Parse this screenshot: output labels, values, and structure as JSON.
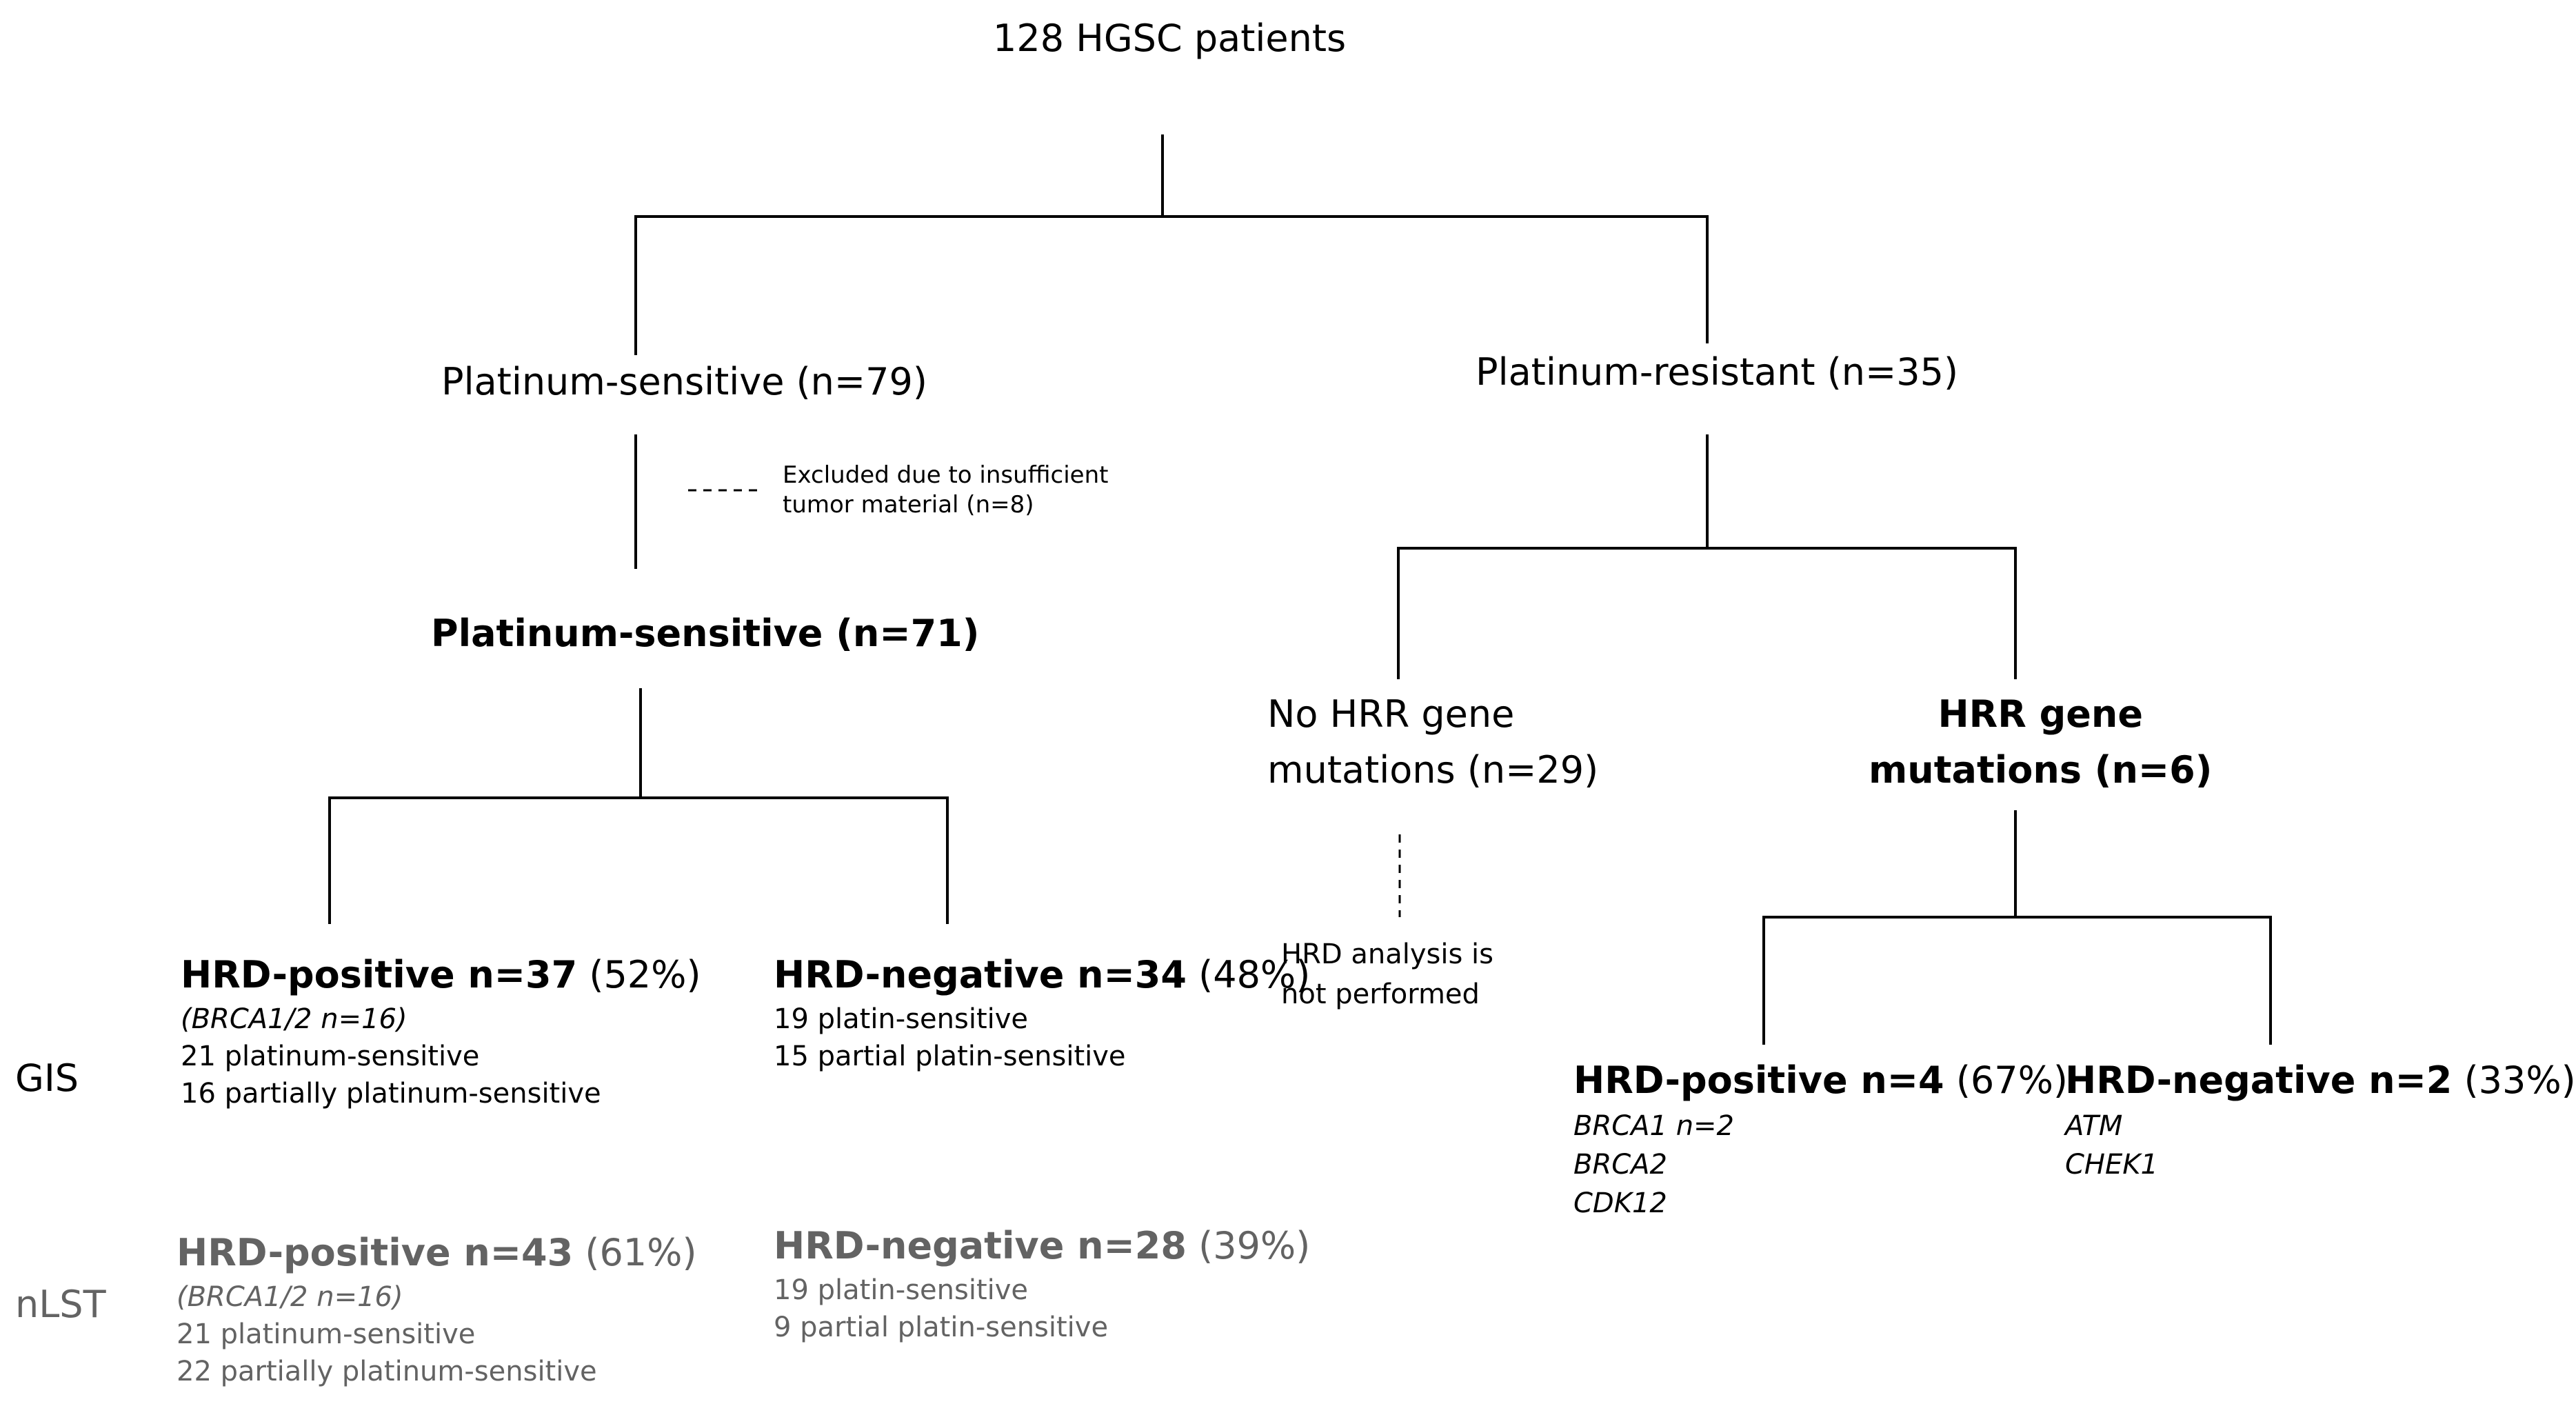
{
  "root": {
    "label": "128 HGSC patients"
  },
  "left_branch": {
    "label": "Platinum-sensitive (n=79)",
    "excluded_line1": "Excluded due to insufficient",
    "excluded_line2": "tumor material (n=8)",
    "after_exclusion": "Platinum-sensitive (n=71)"
  },
  "right_branch": {
    "label": "Platinum-resistant (n=35)",
    "no_hrr": {
      "line1": "No HRR gene",
      "line2": "mutations (n=29)",
      "note_line1": "HRD analysis is",
      "note_line2": "not performed"
    },
    "hrr": {
      "line1": "HRR gene",
      "line2": "mutations (n=6)"
    }
  },
  "method_labels": {
    "gis": "GIS",
    "nlst": "nLST"
  },
  "gis": {
    "hrd_positive": {
      "title": "HRD-positive n=37",
      "percent": "(52%)",
      "brca": "(BRCA1/2 n=16)",
      "detail1": "21 platinum-sensitive",
      "detail2": "16 partially platinum-sensitive"
    },
    "hrd_negative": {
      "title": "HRD-negative n=34",
      "percent": "(48%)",
      "detail1": "19 platin-sensitive",
      "detail2": "15 partial platin-sensitive"
    }
  },
  "nlst": {
    "hrd_positive": {
      "title": "HRD-positive n=43",
      "percent": "(61%)",
      "brca": "(BRCA1/2 n=16)",
      "detail1": "21 platinum-sensitive",
      "detail2": "22 partially platinum-sensitive"
    },
    "hrd_negative": {
      "title": "HRD-negative n=28",
      "percent": "(39%)",
      "detail1": "19 platin-sensitive",
      "detail2": "9 partial platin-sensitive"
    }
  },
  "hrr_results": {
    "hrd_positive": {
      "title": "HRD-positive n=4",
      "percent": "(67%)",
      "genes": [
        "BRCA1 n=2",
        "BRCA2",
        "CDK12"
      ]
    },
    "hrd_negative": {
      "title": "HRD-negative n=2",
      "percent": "(33%)",
      "genes": [
        "ATM",
        "CHEK1"
      ]
    }
  }
}
